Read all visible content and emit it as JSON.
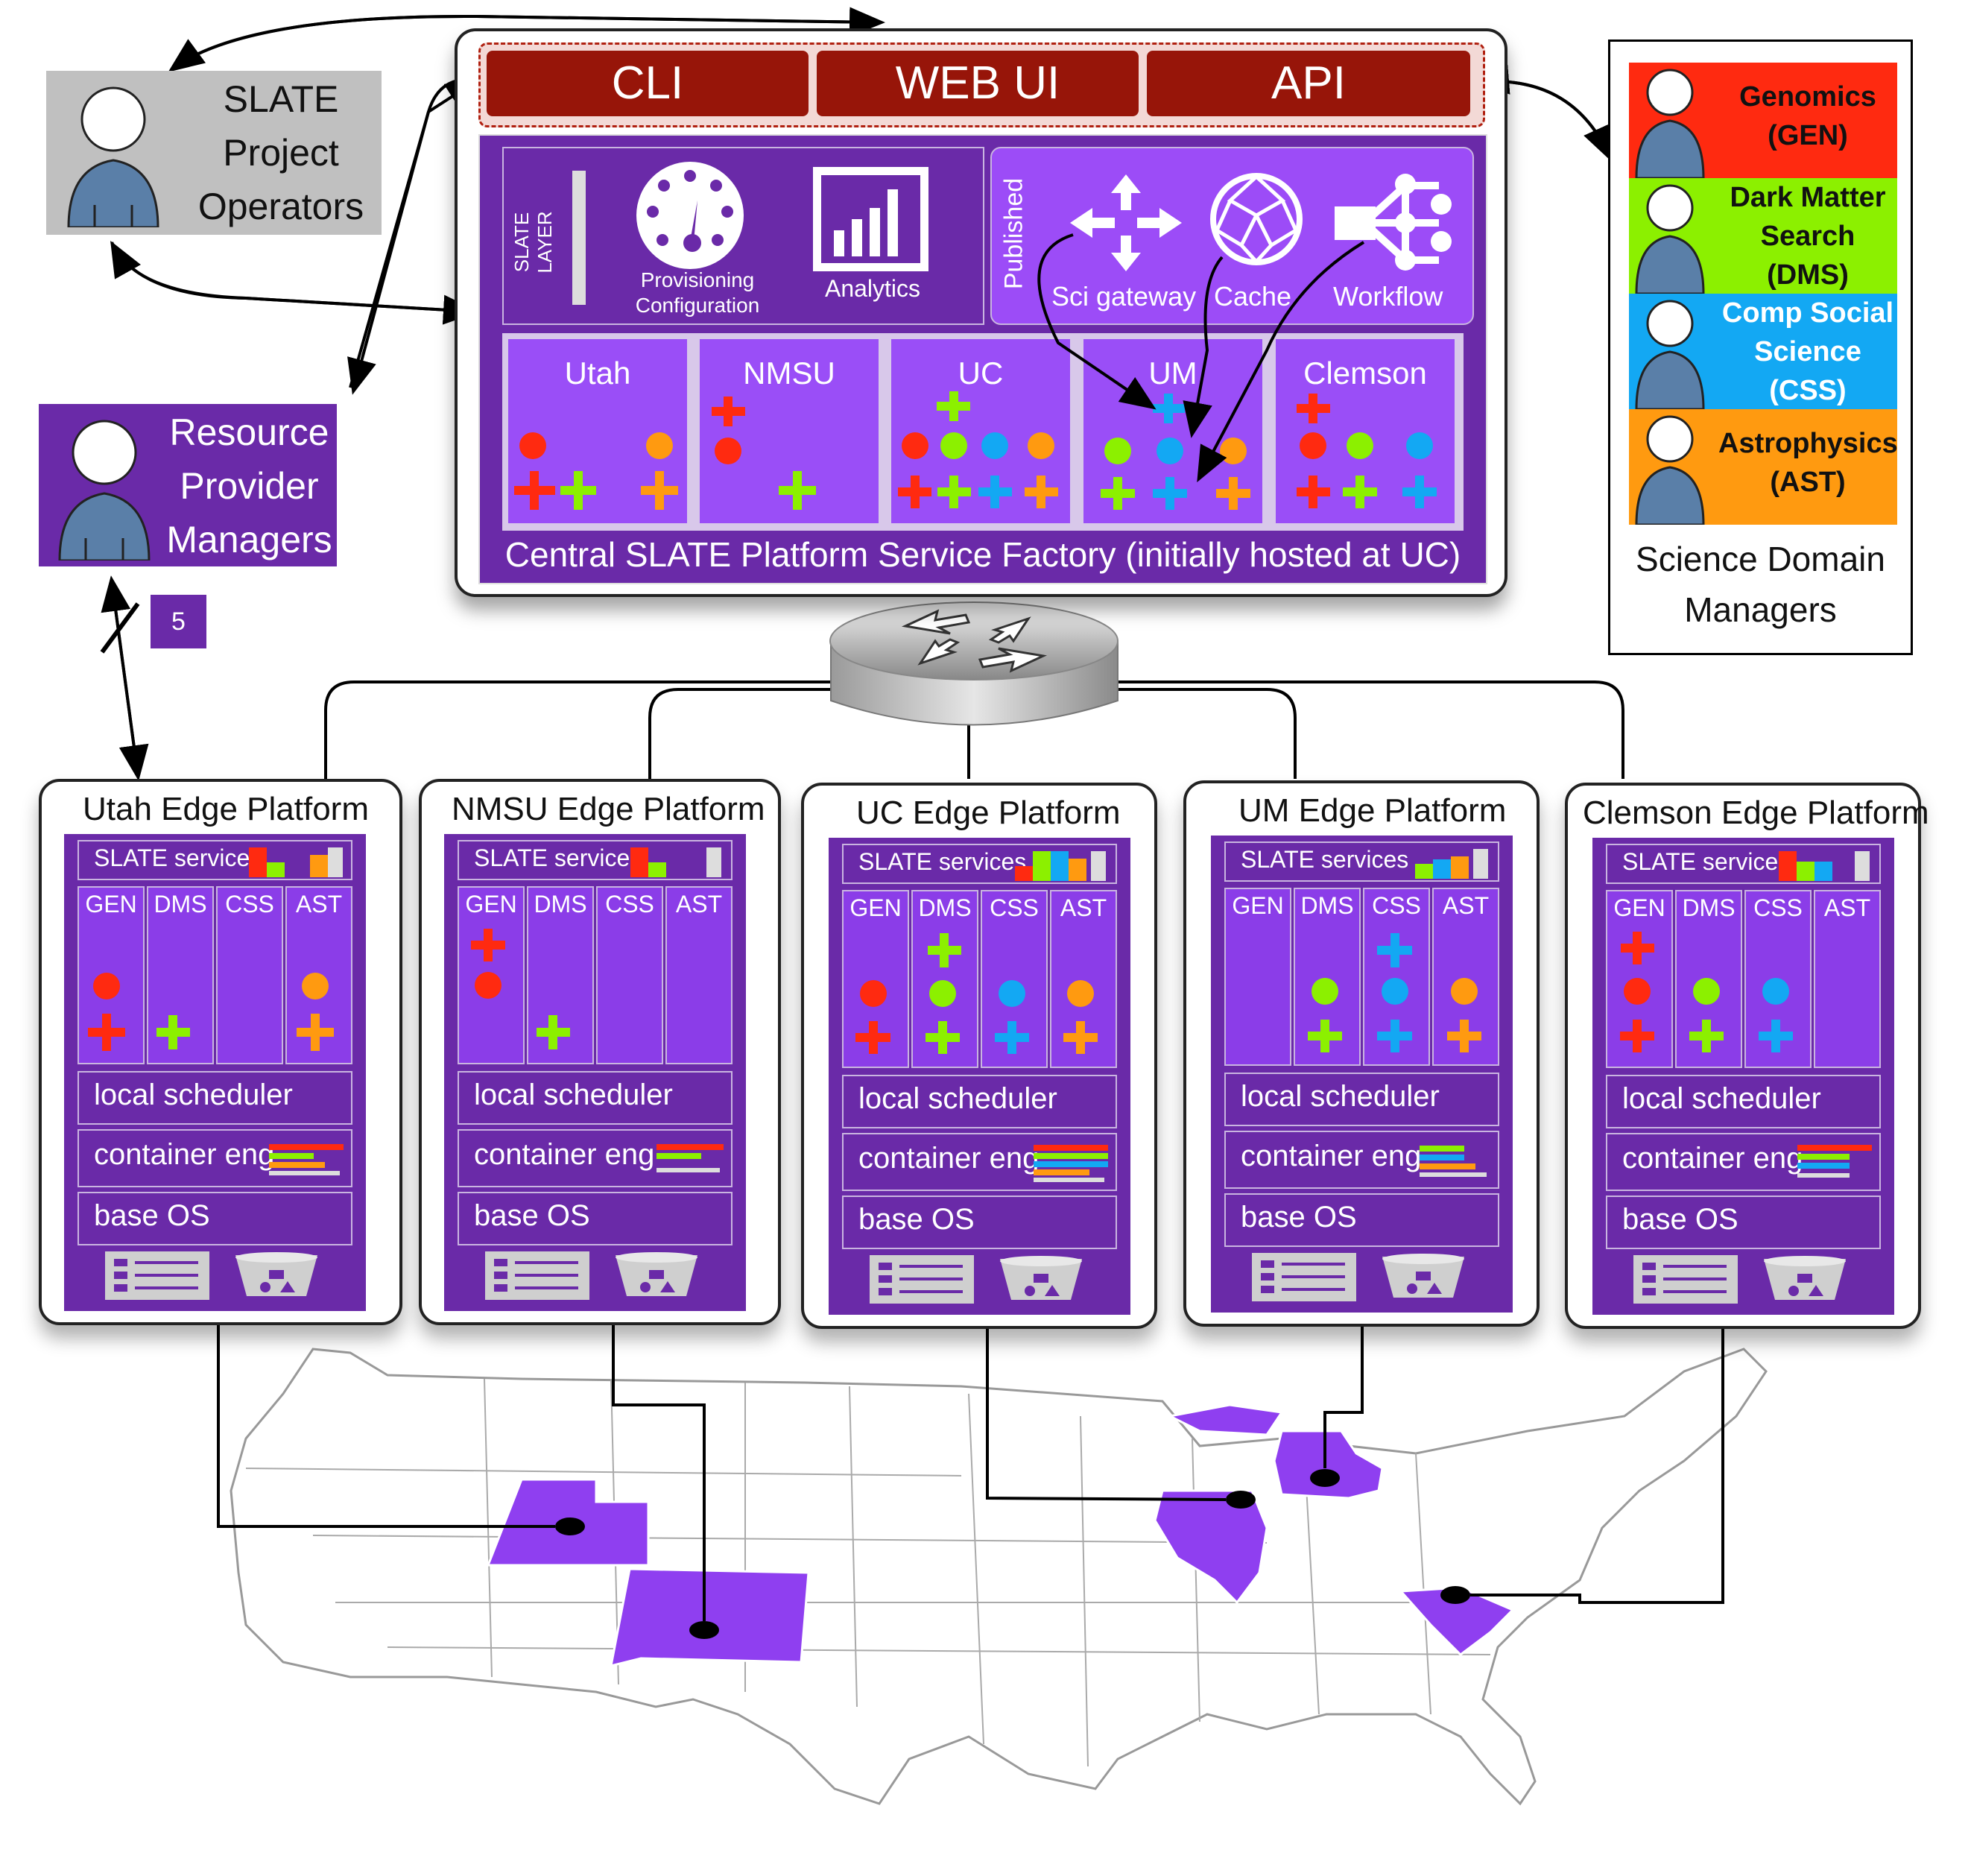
{
  "operators": {
    "lines": [
      "SLATE",
      "Project",
      "Operators"
    ]
  },
  "resource_managers": {
    "lines": [
      "Resource",
      "Provider",
      "Managers"
    ],
    "badge": "5"
  },
  "science": {
    "footer_lines": [
      "Science Domain",
      "Managers"
    ],
    "domains": [
      {
        "lines": [
          "Genomics",
          "(GEN)"
        ],
        "color": "#ff2a10"
      },
      {
        "lines": [
          "Dark Matter",
          "Search",
          "(DMS)"
        ],
        "color": "#8cf000"
      },
      {
        "lines": [
          "Comp Social",
          "Science",
          "(CSS)"
        ],
        "color": "#13a8f3"
      },
      {
        "lines": [
          "Astrophysics",
          "(AST)"
        ],
        "color": "#ff9a10"
      }
    ]
  },
  "factory": {
    "interfaces": [
      "CLI",
      "WEB UI",
      "API"
    ],
    "slate_layer": "SLATE LAYER",
    "provisioning": [
      "Provisioning",
      "Configuration"
    ],
    "analytics": "Analytics",
    "published": "Published",
    "services": [
      "Sci gateway",
      "Cache",
      "Workflow"
    ],
    "sites": [
      "Utah",
      "NMSU",
      "UC",
      "UM",
      "Clemson"
    ],
    "caption": "Central SLATE Platform Service Factory (initially hosted at UC)"
  },
  "edges": {
    "services_label": "SLATE services",
    "columns": [
      "GEN",
      "DMS",
      "CSS",
      "AST"
    ],
    "scheduler": "local scheduler",
    "container": "container eng",
    "os": "base OS",
    "platforms": [
      "Utah Edge Platform",
      "NMSU Edge Platform",
      "UC Edge Platform",
      "UM Edge Platform",
      "Clemson Edge Platform"
    ]
  },
  "colors": {
    "dark_purple": "#6a2aa8",
    "light_purple": "#8f3ff0",
    "interface_red": "#971509",
    "state_fill": "#8f3ff0"
  }
}
